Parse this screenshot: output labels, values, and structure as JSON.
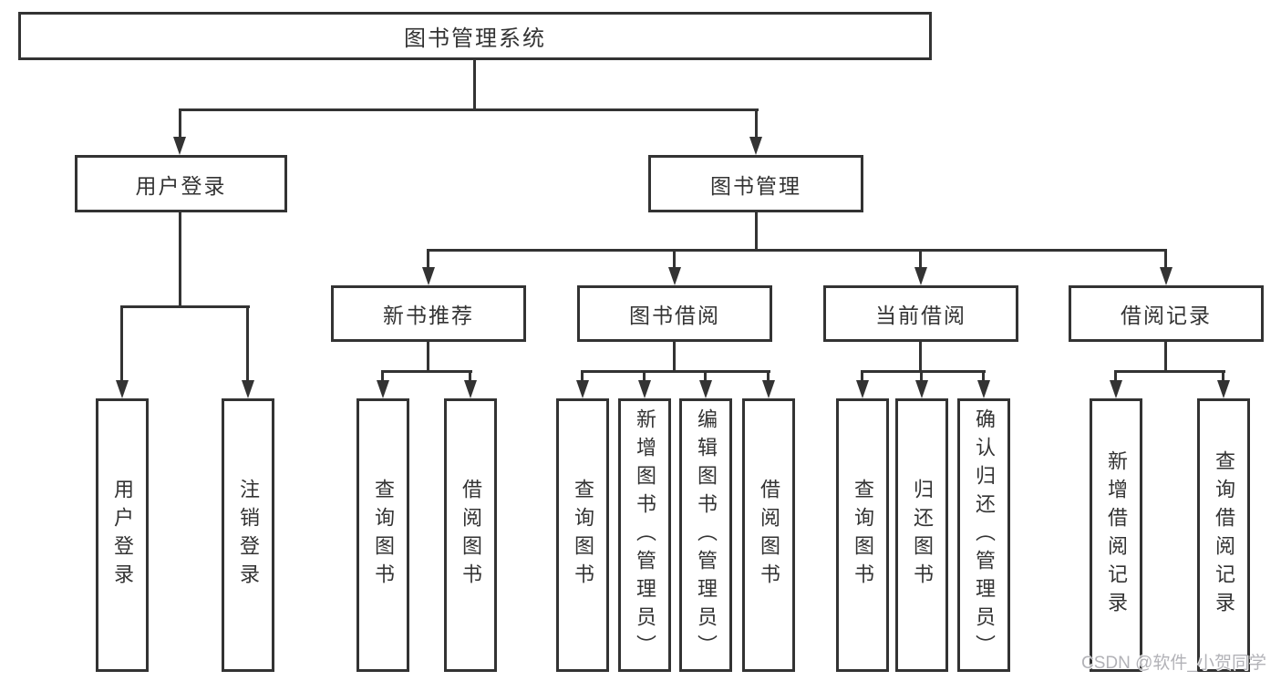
{
  "diagram": {
    "title": "图书管理系统",
    "colors": {
      "line": "#333333",
      "text": "#333333",
      "background": "#ffffff",
      "watermark": "#b2b2b7"
    },
    "tree": {
      "label": "图书管理系统",
      "children": [
        {
          "label": "用户登录",
          "children": [
            {
              "label": "用户登录"
            },
            {
              "label": "注销登录"
            }
          ]
        },
        {
          "label": "图书管理",
          "children": [
            {
              "label": "新书推荐",
              "children": [
                {
                  "label": "查询图书"
                },
                {
                  "label": "借阅图书"
                }
              ]
            },
            {
              "label": "图书借阅",
              "children": [
                {
                  "label": "查询图书"
                },
                {
                  "label": "新增图书（管理员）"
                },
                {
                  "label": "编辑图书（管理员）"
                },
                {
                  "label": "借阅图书"
                }
              ]
            },
            {
              "label": "当前借阅",
              "children": [
                {
                  "label": "查询图书"
                },
                {
                  "label": "归还图书"
                },
                {
                  "label": "确认归还（管理员）"
                }
              ]
            },
            {
              "label": "借阅记录",
              "children": [
                {
                  "label": "新增借阅记录"
                },
                {
                  "label": "查询借阅记录"
                }
              ]
            }
          ]
        }
      ]
    },
    "watermark": "CSDN @软件_小贺同学"
  }
}
